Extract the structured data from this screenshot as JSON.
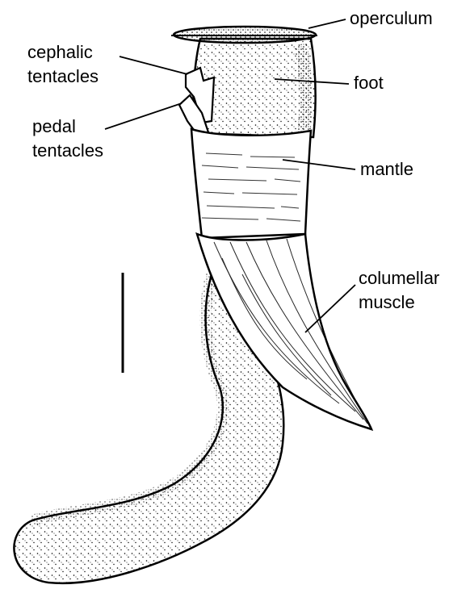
{
  "labels": {
    "operculum": "operculum",
    "cephalic_tentacles_line1": "cephalic",
    "cephalic_tentacles_line2": "tentacles",
    "foot": "foot",
    "pedal_tentacles_line1": "pedal",
    "pedal_tentacles_line2": "tentacles",
    "mantle": "mantle",
    "columellar_muscle_line1": "columellar",
    "columellar_muscle_line2": "muscle"
  },
  "colors": {
    "ink": "#000000",
    "paper": "#ffffff"
  }
}
